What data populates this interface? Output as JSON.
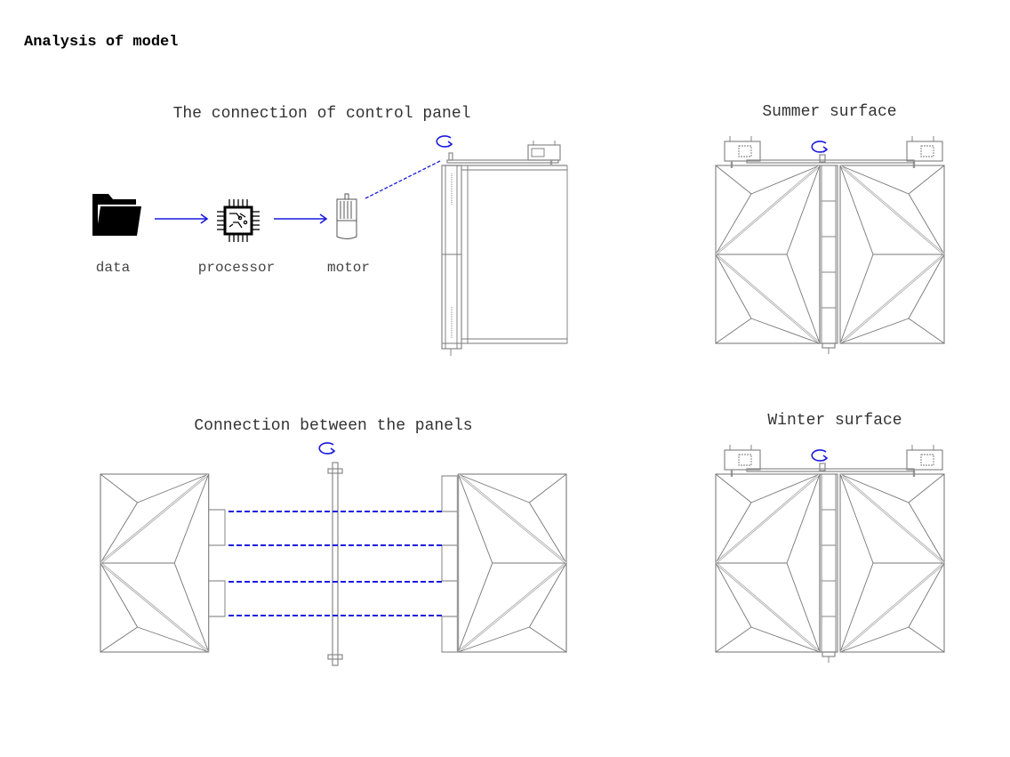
{
  "page_title": "Analysis of model",
  "sections": {
    "control_panel": {
      "title": "The connection of control panel",
      "steps": [
        {
          "label": "data",
          "icon": "folder-icon"
        },
        {
          "label": "processor",
          "icon": "chip-icon"
        },
        {
          "label": "motor",
          "icon": "motor-icon"
        }
      ]
    },
    "summer": {
      "title": "Summer surface"
    },
    "between": {
      "title": "Connection between the panels"
    },
    "winter": {
      "title": "Winter surface"
    }
  },
  "colors": {
    "accent": "#1a1adf",
    "line": "#777777",
    "text": "#333333"
  }
}
